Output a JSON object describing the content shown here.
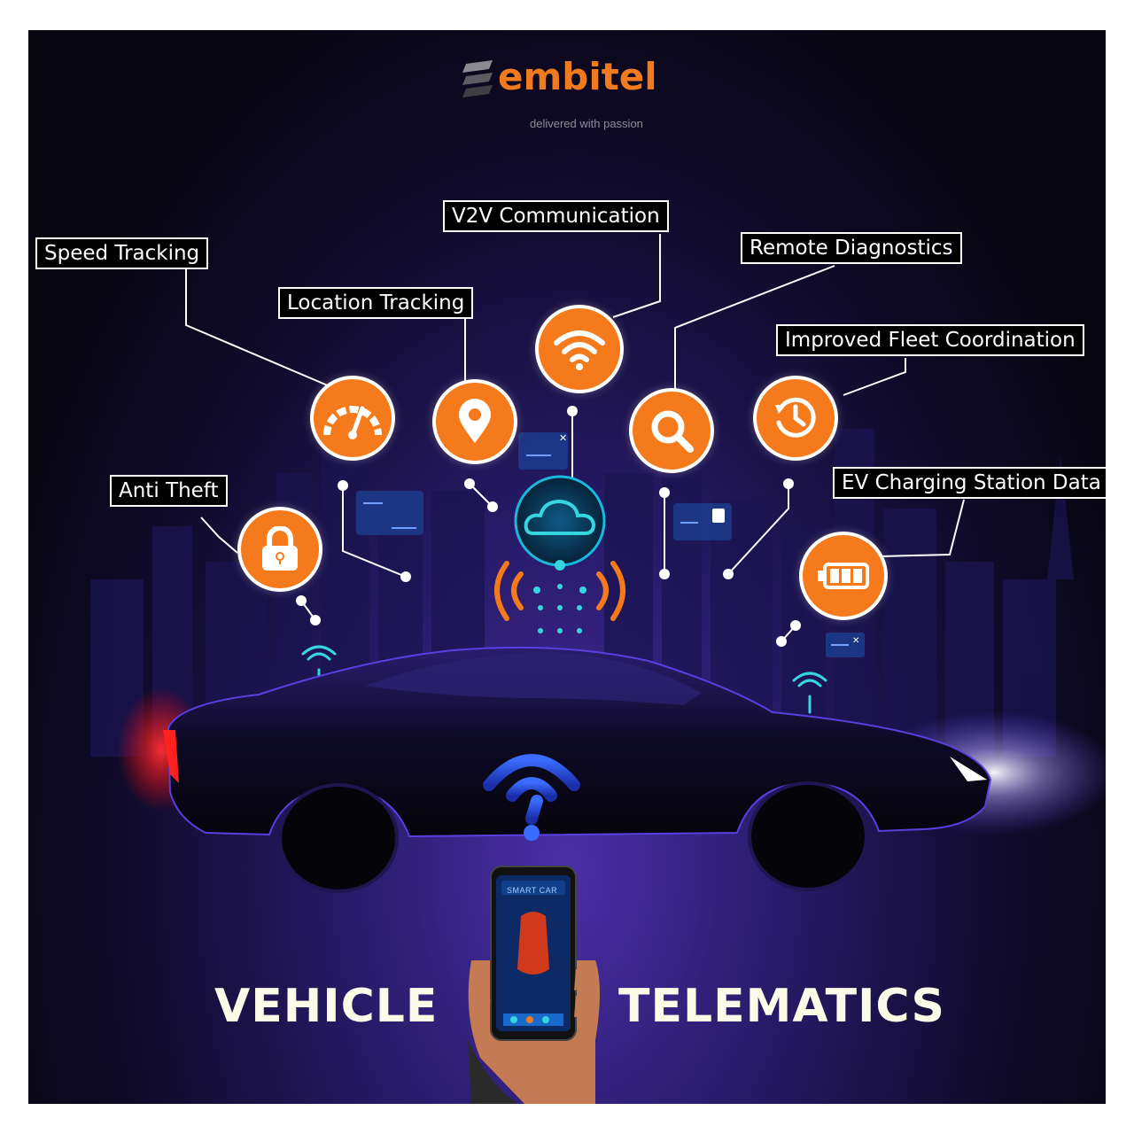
{
  "brand": {
    "name": "embitel",
    "tagline": "delivered with passion"
  },
  "features": [
    {
      "id": "speed",
      "label": "Speed Tracking",
      "icon": "speedometer-icon"
    },
    {
      "id": "location",
      "label": "Location Tracking",
      "icon": "map-pin-icon"
    },
    {
      "id": "v2v",
      "label": "V2V Communication",
      "icon": "wifi-icon"
    },
    {
      "id": "remote",
      "label": "Remote Diagnostics",
      "icon": "magnifier-icon"
    },
    {
      "id": "fleet",
      "label": "Improved Fleet Coordination",
      "icon": "clock-history-icon"
    },
    {
      "id": "theft",
      "label": "Anti Theft",
      "icon": "padlock-icon"
    },
    {
      "id": "ev",
      "label": "EV Charging Station Data",
      "icon": "battery-icon"
    }
  ],
  "phone": {
    "app_title": "SMART CAR"
  },
  "title": {
    "left": "VEHICLE",
    "right": "TELEMATICS"
  },
  "colors": {
    "accent_orange": "#f47a1c",
    "background_dark": "#07050f",
    "background_purple": "#3b2590",
    "cyan": "#36d6e0",
    "title_text": "#fbfbe8"
  }
}
